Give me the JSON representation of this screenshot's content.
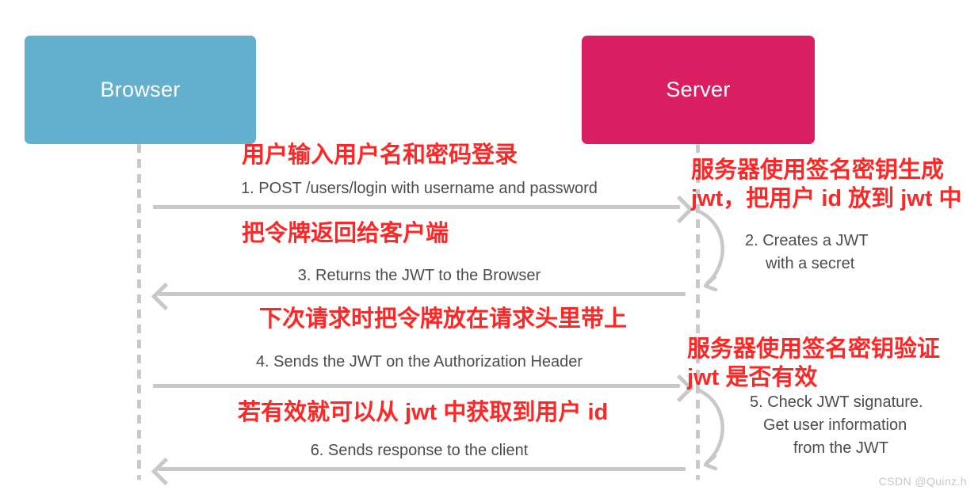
{
  "diagram": {
    "title": "JWT authentication sequence diagram",
    "colors": {
      "browser_box": "#62b0ce",
      "server_box": "#d91e62",
      "arrow": "#c6c9ca",
      "lifeline": "#c9c9c9",
      "annotation_red": "#ff2626",
      "label_text": "#4c4c4c"
    }
  },
  "actors": [
    {
      "id": "browser",
      "label": "Browser"
    },
    {
      "id": "server",
      "label": "Server"
    }
  ],
  "messages": [
    {
      "step": "1",
      "label": "1. POST /users/login with username and password",
      "from": "browser",
      "to": "server",
      "direction": "right"
    },
    {
      "step": "3",
      "label": "3. Returns the JWT to the Browser",
      "from": "server",
      "to": "browser",
      "direction": "left"
    },
    {
      "step": "4",
      "label": "4. Sends the JWT on the Authorization Header",
      "from": "browser",
      "to": "server",
      "direction": "right"
    },
    {
      "step": "6",
      "label": "6. Sends response to the client",
      "from": "server",
      "to": "browser",
      "direction": "left"
    }
  ],
  "self_calls": [
    {
      "step": "2",
      "line1": "2. Creates a JWT",
      "line2": "with a secret",
      "actor": "server"
    },
    {
      "step": "5",
      "line1": "5. Check JWT signature.",
      "line2": "Get user information",
      "line3": "from the JWT",
      "actor": "server"
    }
  ],
  "annotations": [
    {
      "id": "a1",
      "text": "用户输入用户名和密码登录"
    },
    {
      "id": "a2",
      "text": "把令牌返回给客户端"
    },
    {
      "id": "a3",
      "text": "下次请求时把令牌放在请求头里带上"
    },
    {
      "id": "a4",
      "text": "若有效就可以从 jwt 中获取到用户 id"
    },
    {
      "id": "a5-line1",
      "text": "服务器使用签名密钥生成"
    },
    {
      "id": "a5-line2",
      "text": "jwt，把用户 id 放到 jwt 中"
    },
    {
      "id": "a6-line1",
      "text": "服务器使用签名密钥验证"
    },
    {
      "id": "a6-line2",
      "text": "jwt 是否有效"
    }
  ],
  "watermark": {
    "text": "CSDN @Quinz.h"
  }
}
